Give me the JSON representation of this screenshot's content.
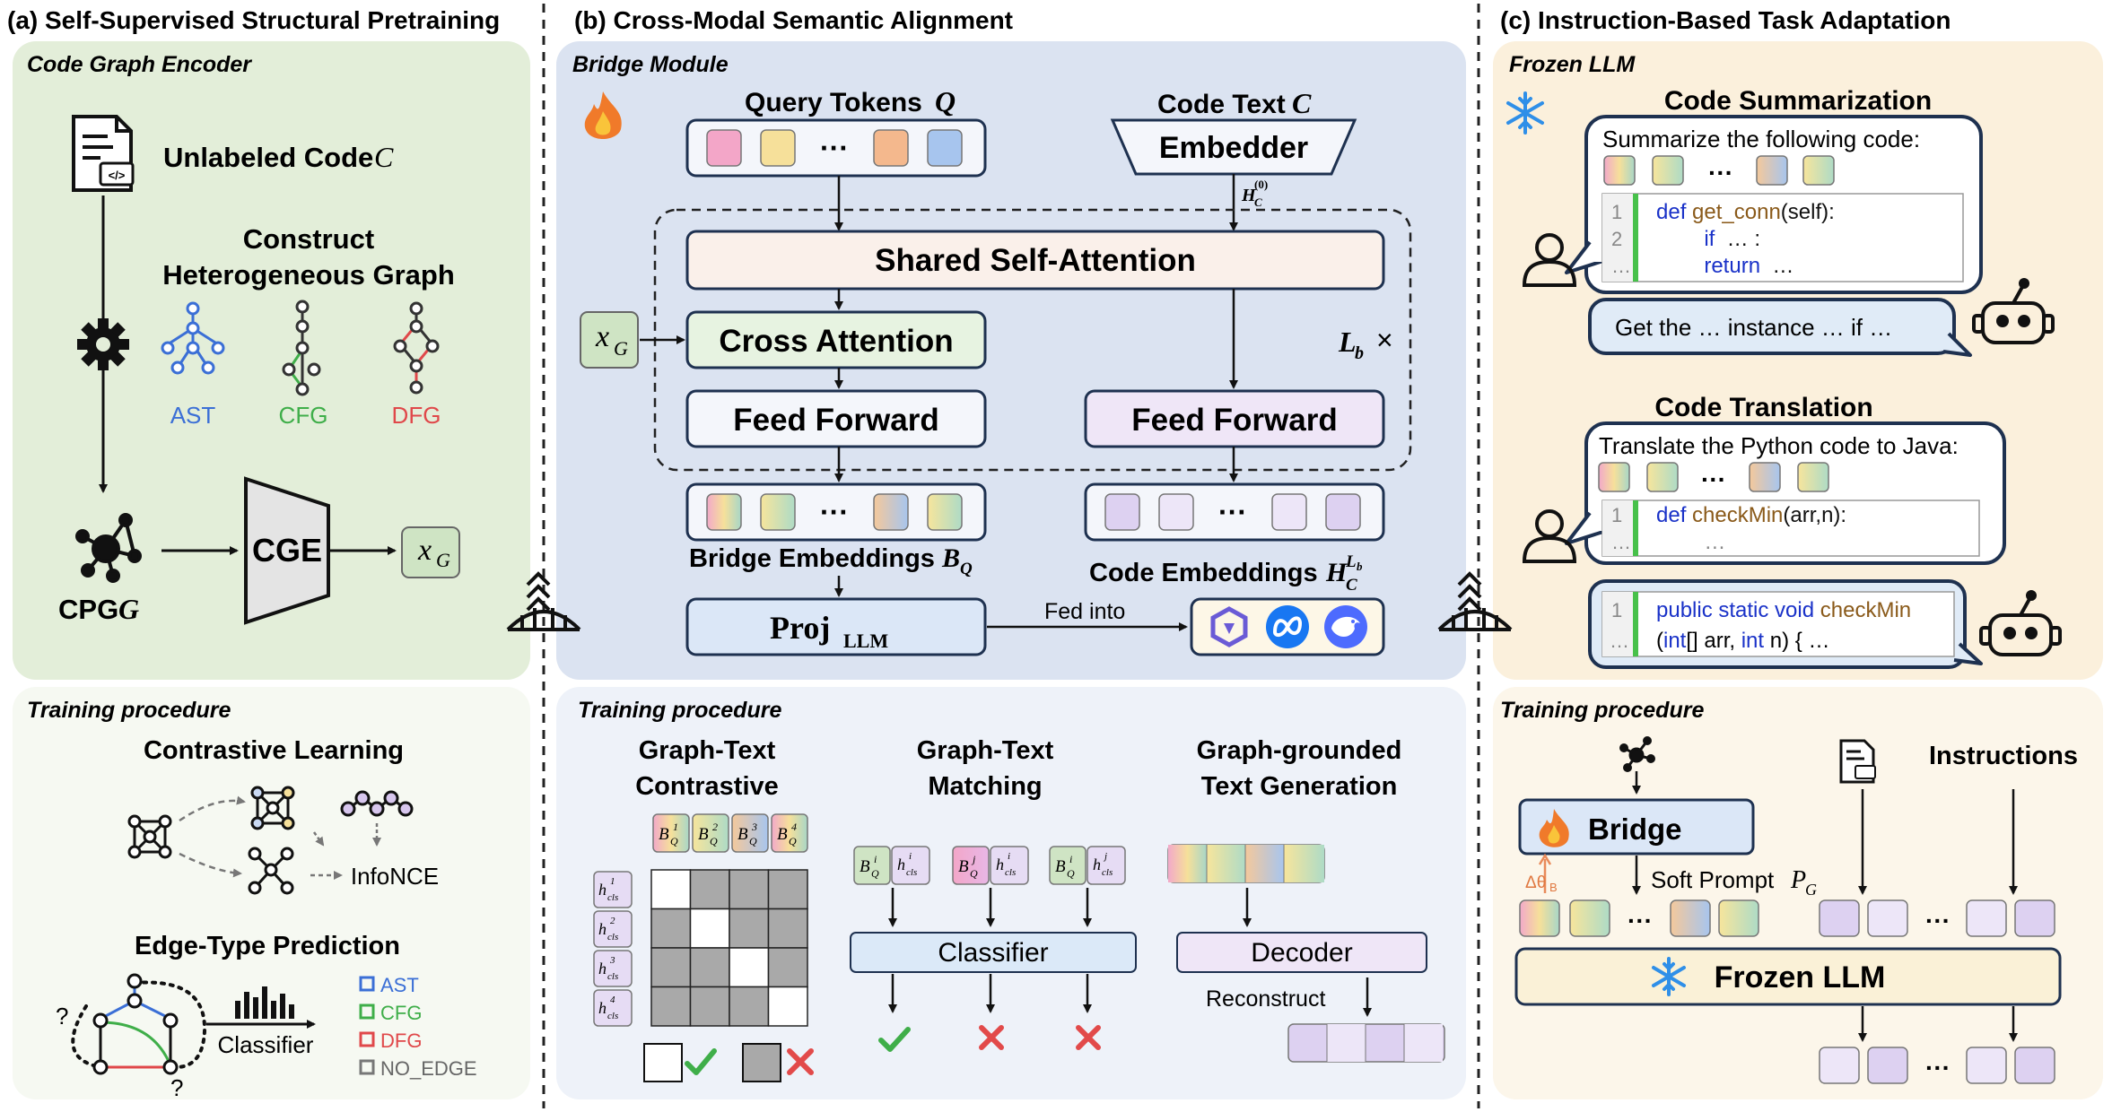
{
  "colors": {
    "panel_a_top": "#e3eed9",
    "panel_a_bottom": "#f6f9f2",
    "panel_b_top": "#dbe3f1",
    "panel_b_bottom": "#eef2f9",
    "panel_c_top": "#fbf0dc",
    "panel_c_bottom": "#fcf6ea",
    "ast": "#3b6fd6",
    "cfg": "#3fae49",
    "dfg": "#e0484a",
    "lavender": "#e6dcf4",
    "light_blue": "#dbe9f8",
    "x_green": "#cfe4c4",
    "gray_cell": "#a9a9a9"
  },
  "panel_a": {
    "title": "(a) Self-Supervised Structural Pretraining",
    "subtitle": "Code Graph Encoder",
    "unlabeled": "Unlabeled Code",
    "unlabeled_sym": "C",
    "construct_1": "Construct",
    "construct_2": "Heterogeneous Graph",
    "ast": "AST",
    "cfg": "CFG",
    "dfg": "DFG",
    "cpg": "CPG",
    "cpg_sym": "G",
    "cge": "CGE",
    "xg": "x",
    "xg_sub": "G",
    "training": "Training procedure",
    "contrastive": "Contrastive Learning",
    "infonce": "InfoNCE",
    "edge_pred": "Edge-Type Prediction",
    "classifier": "Classifier",
    "legend": [
      "AST",
      "CFG",
      "DFG",
      "NO_EDGE"
    ],
    "q": "?"
  },
  "panel_b": {
    "title": "(b) Cross-Modal Semantic Alignment",
    "subtitle": "Bridge Module",
    "query_tokens": "Query Tokens",
    "query_sym": "Q",
    "code_text": "Code Text",
    "code_sym": "C",
    "embedder": "Embedder",
    "h0": "H",
    "h0_sub": "C",
    "h0_sup": "(0)",
    "dots": "···",
    "shared_sa": "Shared Self-Attention",
    "cross_att": "Cross Attention",
    "ff": "Feed Forward",
    "lb": "L",
    "lb_sub": "b",
    "times": "×",
    "xg": "x",
    "xg_sub": "G",
    "bridge_emb": "Bridge Embeddings",
    "bq": "B",
    "bq_sub": "Q",
    "code_emb": "Code Embeddings",
    "hc": "H",
    "hc_sub": "C",
    "hc_sup": "L",
    "hc_sup_sub": "b",
    "proj": "Proj",
    "proj_sub": "LLM",
    "fed_into": "Fed into",
    "training": "Training procedure",
    "gtc_1": "Graph-Text",
    "gtc_2": "Contrastive",
    "gtm_1": "Graph-Text",
    "gtm_2": "Matching",
    "ggt_1": "Graph-grounded",
    "ggt_2": "Text Generation",
    "classifier": "Classifier",
    "decoder": "Decoder",
    "reconstruct": "Reconstruct",
    "matrix_pos": [
      [
        1,
        0,
        0,
        0
      ],
      [
        0,
        1,
        0,
        0
      ],
      [
        0,
        0,
        1,
        0
      ],
      [
        0,
        0,
        0,
        1
      ]
    ]
  },
  "panel_c": {
    "title": "(c) Instruction-Based Task Adaptation",
    "subtitle": "Frozen LLM",
    "summ_title": "Code Summarization",
    "summ_prompt": "Summarize the following code:",
    "summ_code": [
      {
        "n": "1",
        "kw": "def ",
        "fn": "get_conn",
        "rest": "(self):"
      },
      {
        "n": "2",
        "kw": "    if",
        "fn": "",
        "rest": " … :"
      },
      {
        "n": "…",
        "kw": "    return",
        "fn": "",
        "rest": " …"
      }
    ],
    "summ_answer": "Get the … instance … if …",
    "trans_title": "Code Translation",
    "trans_prompt": "Translate the Python code to Java:",
    "trans_code": [
      {
        "n": "1",
        "kw": "def ",
        "fn": "checkMin",
        "rest": "(arr,n):"
      },
      {
        "n": "…",
        "kw": "",
        "fn": "",
        "rest": "    …"
      }
    ],
    "trans_answer_1_kw": "public static void ",
    "trans_answer_1_fn": "checkMin",
    "trans_answer_2a": "(",
    "trans_answer_2_kw": "int",
    "trans_answer_2b": "[] arr, ",
    "trans_answer_2_kw2": "int",
    "trans_answer_2c": " n) { …",
    "ans_n1": "1",
    "ans_n2": "…",
    "training": "Training procedure",
    "instructions": "Instructions",
    "bridge": "Bridge",
    "soft_prompt": "Soft Prompt",
    "pg": "P",
    "pg_sub": "G",
    "delta": "Δθ",
    "delta_sub": "B",
    "frozen_llm": "Frozen LLM",
    "dots": "···"
  }
}
